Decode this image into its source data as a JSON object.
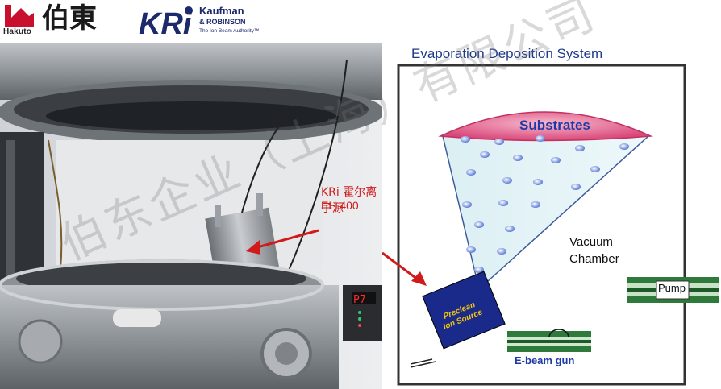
{
  "header": {
    "hakuto_wordmark": "Hakuto",
    "hakuto_cjk": "伯東",
    "kri_name_line1": "Kaufman",
    "kri_name_line2": "& ROBINSON",
    "kri_tagline": "The Ion Beam Authority™",
    "kri_logo_icon": "kri-logo-icon",
    "brand_red": "#c8102e",
    "brand_navy": "#1c2a6b"
  },
  "photo": {
    "label_line1": "KRi 霍尔离子源",
    "label_line2": "EH 400",
    "controller_readout": "P7",
    "label_color": "#d11a1a"
  },
  "diagram": {
    "title": "Evaporation Deposition System",
    "substrates": "Substrates",
    "vacuum": "Vacuum",
    "chamber": "Chamber",
    "pump": "Pump",
    "ebeam_gun": "E-beam gun",
    "preclean_line1": "Preclean",
    "preclean_line2": "Ion Source",
    "accent_blue": "#1e3aa8",
    "substrate_pink": "#d9487a",
    "pump_green": "#2d7a3a"
  },
  "watermark": "伯东企业（上海）有限公司"
}
